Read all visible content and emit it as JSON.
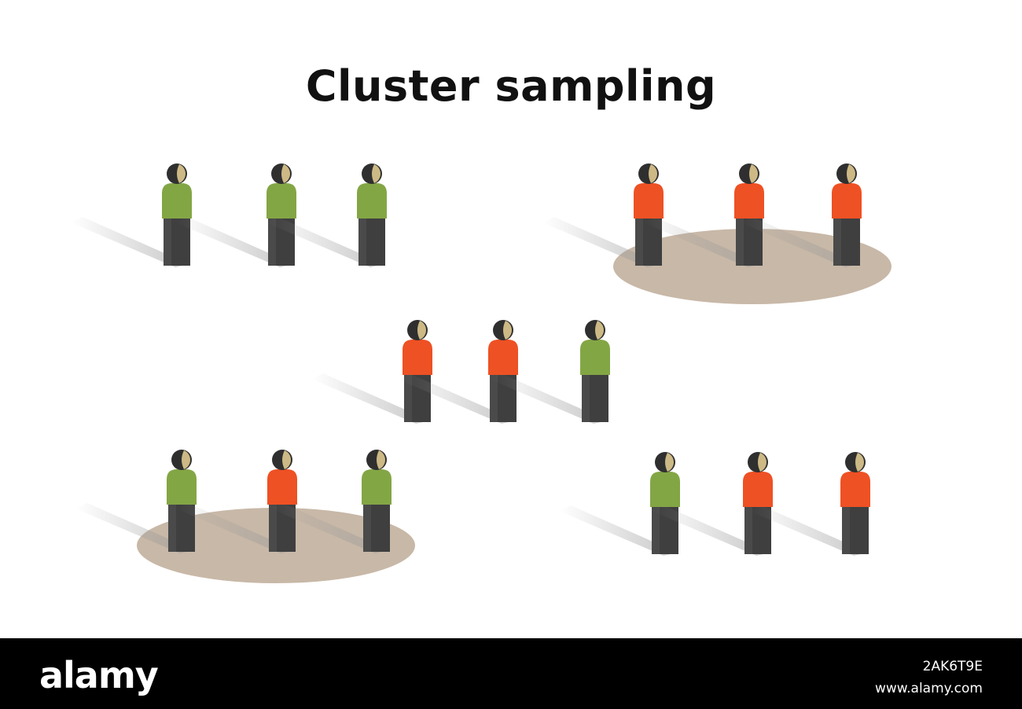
{
  "title": "Cluster sampling",
  "colors": {
    "green_shirt": "#83a645",
    "red_shirt": "#ee5124",
    "legs": "#3f3f3f",
    "head": "#2f2f2f",
    "face": "#cdb985",
    "selected_area": "#c8b8a7",
    "shadow": "#9a9a9a",
    "footer_bg": "#000000"
  },
  "clusters": [
    {
      "selected": false,
      "people": [
        "green",
        "green",
        "green"
      ]
    },
    {
      "selected": true,
      "people": [
        "red",
        "red",
        "red"
      ]
    },
    {
      "selected": false,
      "people": [
        "red",
        "red",
        "green"
      ]
    },
    {
      "selected": true,
      "people": [
        "green",
        "red",
        "green"
      ]
    },
    {
      "selected": false,
      "people": [
        "green",
        "red",
        "red"
      ]
    }
  ],
  "footer": {
    "brand": "alamy",
    "image_id": "2AK6T9E",
    "url": "www.alamy.com"
  }
}
